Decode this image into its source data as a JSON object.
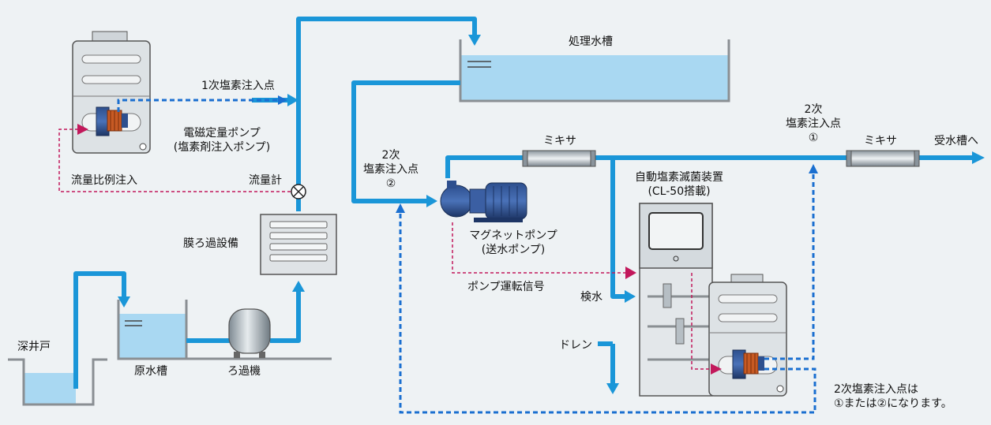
{
  "labels": {
    "treated_tank": "処理水槽",
    "primary_injection_point": "1次塩素注入点",
    "metering_pump_line1": "電磁定量ポンプ",
    "metering_pump_line2": "(塩素剤注入ポンプ)",
    "flow_proportional": "流量比例注入",
    "flow_meter": "流量計",
    "membrane": "膜ろ過設備",
    "deep_well": "深井戸",
    "raw_tank": "原水槽",
    "filter": "ろ過機",
    "secondary_point2_line1": "2次",
    "secondary_point2_line2": "塩素注入点",
    "secondary_point2_num": "②",
    "mixer_left": "ミキサ",
    "mixer_right": "ミキサ",
    "secondary_point1_line1": "2次",
    "secondary_point1_line2": "塩素注入点",
    "secondary_point1_num": "①",
    "to_receiving_tank": "受水槽へ",
    "sterilizer_line1": "自動塩素滅菌装置",
    "sterilizer_line2": "(CL-50搭載)",
    "magnet_pump_line1": "マグネットポンプ",
    "magnet_pump_line2": "(送水ポンプ)",
    "pump_signal": "ポンプ運転信号",
    "sampling": "検水",
    "drain": "ドレン",
    "note_line1": "2次塩素注入点は",
    "note_line2": "①または②になります。"
  },
  "colors": {
    "water_pipe": "#1a96d8",
    "chlorine_line": "#1a6fd0",
    "signal_line": "#c2185b",
    "water_fill": "#a9d8f2",
    "background": "#eef2f4"
  }
}
